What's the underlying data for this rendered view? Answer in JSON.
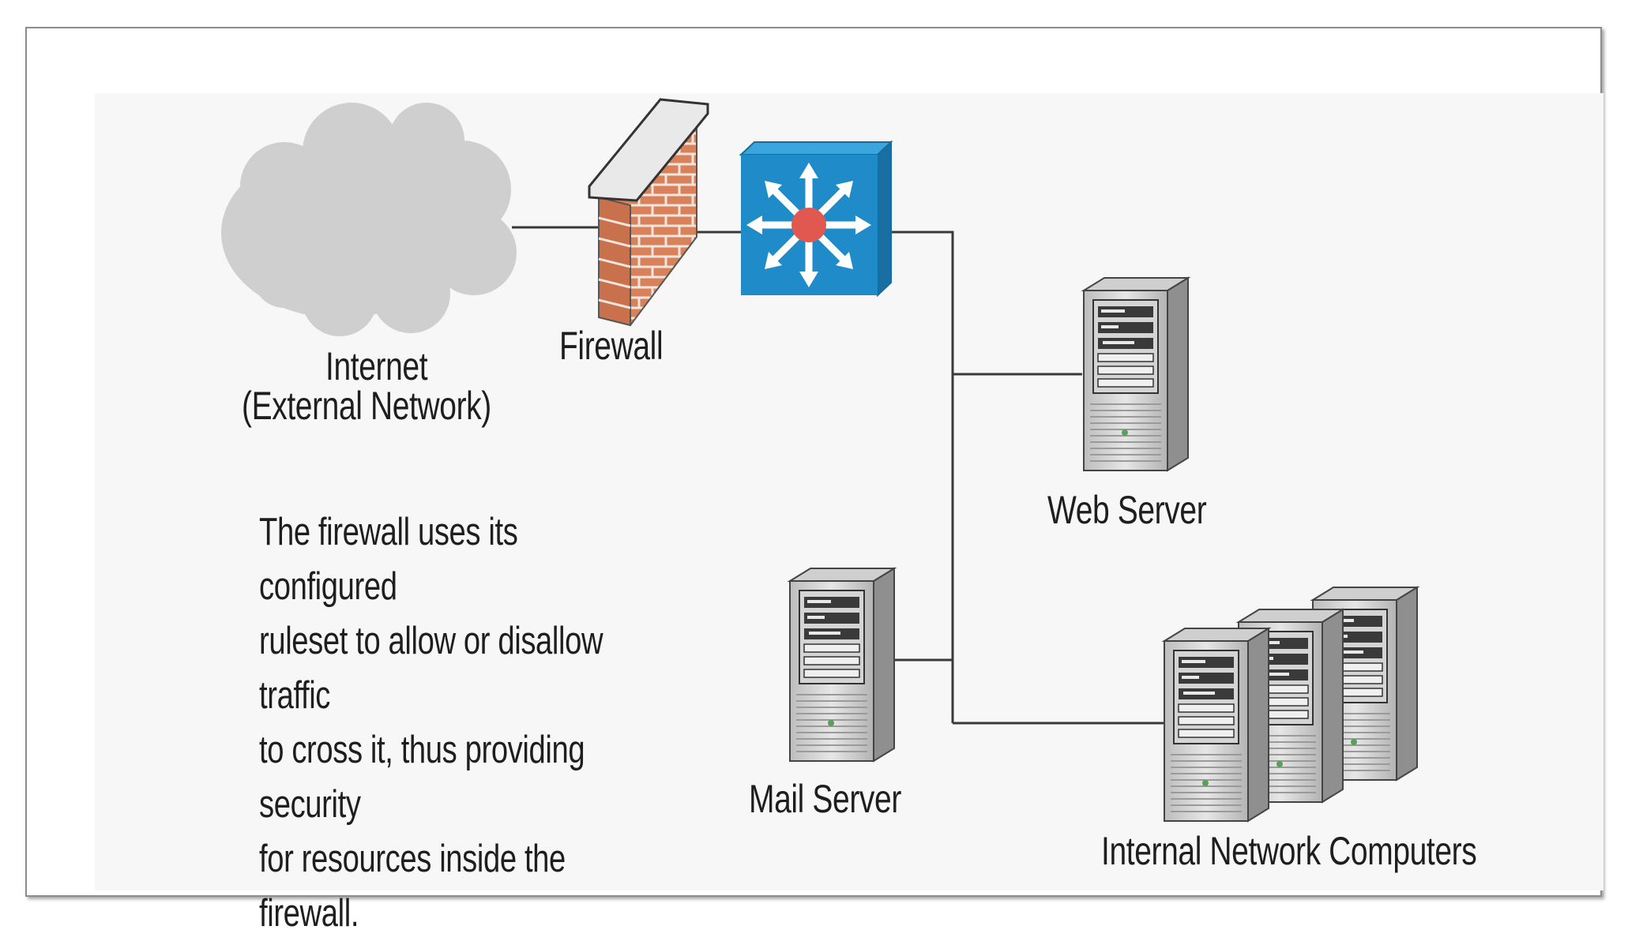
{
  "labels": {
    "internet_line1": "Internet",
    "internet_line2": "(External Network)",
    "firewall": "Firewall",
    "web_server": "Web Server",
    "mail_server": "Mail Server",
    "internal_computers": "Internal Network Computers"
  },
  "description": {
    "line1": "The firewall uses its configured",
    "line2": "ruleset to allow or disallow traffic",
    "line3": "to cross it, thus providing security",
    "line4": "for resources inside the firewall."
  },
  "colors": {
    "cloud": "#cfcfcf",
    "brick": "#d9815a",
    "mortar": "#f1e6de",
    "switch": "#1f8bc8",
    "switch_hub": "#e0584f",
    "line": "#3a3a3a",
    "server": "#dcdcdc"
  },
  "icons": {
    "cloud": "cloud-icon",
    "firewall": "firewall-icon",
    "switch": "switch-icon",
    "server": "server-icon"
  }
}
